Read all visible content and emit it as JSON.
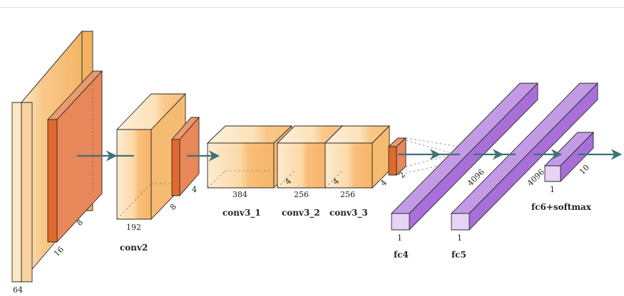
{
  "colors": {
    "conv_light": "#fde8c6",
    "conv_mid": "#f9c98a",
    "conv_dark": "#f5b466",
    "pool_front": "#e06a2e",
    "pool_side": "#e8875a",
    "fc_front": "#e7d3f3",
    "fc_top": "#c29be4",
    "fc_side": "#a96fd9",
    "arrow": "#3d7276"
  },
  "layers": {
    "conv1": {
      "depth": "64",
      "height": "16"
    },
    "pool1": {
      "size": "8"
    },
    "conv2": {
      "width": "192",
      "name": "conv2"
    },
    "pool2": {
      "height": "8",
      "depth": "4"
    },
    "conv3_1": {
      "width": "384",
      "name": "conv3_1"
    },
    "conv3_2": {
      "width": "256",
      "depth": "4",
      "name": "conv3_2"
    },
    "conv3_3": {
      "width": "256",
      "depth": "4",
      "name": "conv3_3"
    },
    "pool3": {
      "depth": "4",
      "size": "2"
    },
    "fc4": {
      "width": "1",
      "length": "4096",
      "name": "fc4"
    },
    "fc5": {
      "width": "1",
      "length": "4096",
      "name": "fc5"
    },
    "fc6": {
      "width": "1",
      "length": "10",
      "name": "fc6+softmax"
    }
  }
}
